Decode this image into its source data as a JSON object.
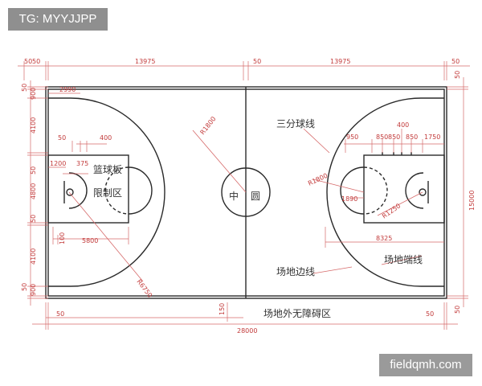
{
  "watermark": {
    "tg": "TG: MYYJJPP",
    "site": "fieldqmh.com"
  },
  "labels": {
    "three_point_line": "三分球线",
    "backboard": "篮球板",
    "restricted_area": "限制区",
    "center_left": "中",
    "center_right": "圆",
    "sideline": "场地边线",
    "endline": "场地端线",
    "no_obstacle_zone": "场地外无障碍区"
  },
  "dimensions": {
    "top_left_margin_a": "50",
    "top_left_margin_b": "50",
    "top_half_left": "13975",
    "center_line": "50",
    "top_half_right": "13975",
    "top_right_margin": "50",
    "right_top_margin": "50",
    "left_v_50_top": "50",
    "left_v_900_top": "900",
    "left_v_4100_top": "4100",
    "left_v_50_mid1": "50",
    "left_v_4800": "4800",
    "left_v_50_mid2": "50",
    "left_v_4100_bottom": "4100",
    "left_v_900_bottom": "900",
    "left_v_50_bottom": "50",
    "right_total_width": "15000",
    "right_bottom_margin": "50",
    "three_pt_offset": "2990",
    "hash_50": "50",
    "hash_400": "400",
    "hash_375": "375",
    "backboard_offset": "1200",
    "lane_gap": "100",
    "lane_length": "5800",
    "three_pt_radius": "R6750",
    "center_radius": "R1800",
    "three_pt_right_950": "950",
    "lane_850a": "850",
    "lane_850b": "850",
    "lane_850c": "850",
    "lane_400": "400",
    "lane_1750": "1750",
    "circle_r1800": "R1800",
    "ft_1890": "1890",
    "ft_r1250": "R1250",
    "three_pt_8325": "8325",
    "bottom_left_50": "50",
    "bottom_150": "150",
    "bottom_total_length": "28000",
    "bottom_right_50": "50"
  }
}
